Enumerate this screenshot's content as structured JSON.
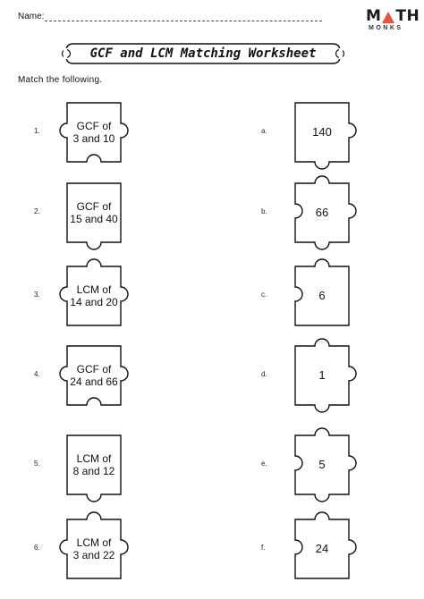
{
  "header": {
    "name_label": "Name:",
    "logo_top": "M",
    "logo_top_end": "TH",
    "logo_bottom": "MONKS"
  },
  "title": "GCF and LCM Matching Worksheet",
  "instruction": "Match the following.",
  "left_items": [
    {
      "number": "1.",
      "text": "GCF of\n3 and 10"
    },
    {
      "number": "2.",
      "text": "GCF of\n15 and 40"
    },
    {
      "number": "3.",
      "text": "LCM of\n14 and 20"
    },
    {
      "number": "4.",
      "text": "GCF of\n24 and 66"
    },
    {
      "number": "5.",
      "text": "LCM of\n8 and 12"
    },
    {
      "number": "6.",
      "text": "LCM of\n3 and 22"
    }
  ],
  "right_items": [
    {
      "letter": "a.",
      "text": "140"
    },
    {
      "letter": "b.",
      "text": "66"
    },
    {
      "letter": "c.",
      "text": "6"
    },
    {
      "letter": "d.",
      "text": "1"
    },
    {
      "letter": "e.",
      "text": "5"
    },
    {
      "letter": "f.",
      "text": "24"
    }
  ],
  "colors": {
    "logo_accent": "#e8543b",
    "ink": "#111111"
  }
}
